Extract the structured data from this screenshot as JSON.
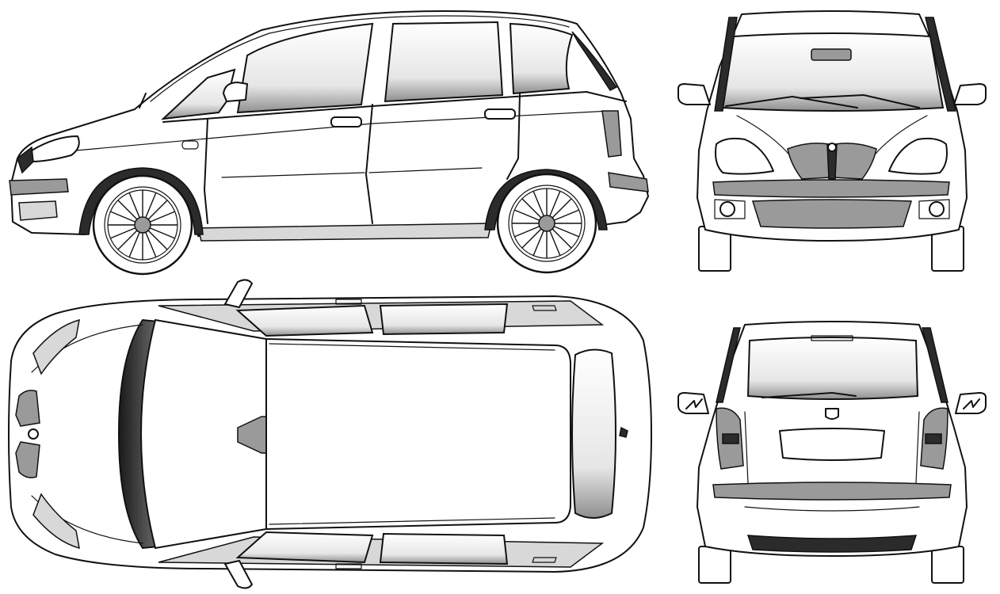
{
  "views": [
    {
      "id": "side",
      "icon": "car-side-view-icon"
    },
    {
      "id": "front",
      "icon": "car-front-view-icon"
    },
    {
      "id": "top",
      "icon": "car-top-view-icon"
    },
    {
      "id": "rear",
      "icon": "car-rear-view-icon"
    }
  ],
  "colors": {
    "line": "#111111",
    "background": "#ffffff",
    "shade_dark": "#2b2b2b",
    "shade_mid": "#9a9a9a",
    "shade_light": "#d8d8d8"
  }
}
